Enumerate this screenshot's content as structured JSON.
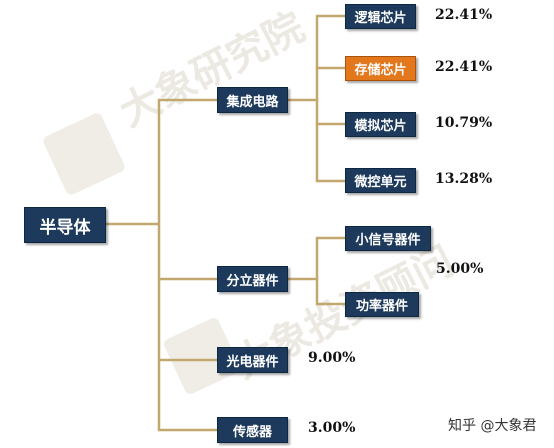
{
  "colors": {
    "box_fill": "#1d3a5c",
    "highlight_fill": "#e2771b",
    "connector": "#c2a86e",
    "text": "#111111"
  },
  "root": {
    "label": "半导体"
  },
  "categories": [
    {
      "label": "集成电路",
      "children": [
        {
          "label": "逻辑芯片",
          "value": "22.41%",
          "highlight": false
        },
        {
          "label": "存储芯片",
          "value": "22.41%",
          "highlight": true
        },
        {
          "label": "模拟芯片",
          "value": "10.79%",
          "highlight": false
        },
        {
          "label": "微控单元",
          "value": "13.28%",
          "highlight": false
        }
      ]
    },
    {
      "label": "分立器件",
      "value": "5.00%",
      "children": [
        {
          "label": "小信号器件",
          "highlight": false
        },
        {
          "label": "功率器件",
          "highlight": false
        }
      ]
    },
    {
      "label": "光电器件",
      "value": "9.00%"
    },
    {
      "label": "传感器",
      "value": "3.00%"
    }
  ],
  "watermarks": {
    "top": "大象研究院",
    "bottom": "大象投资顾问"
  },
  "credit": {
    "text": "知乎 @大象君"
  }
}
